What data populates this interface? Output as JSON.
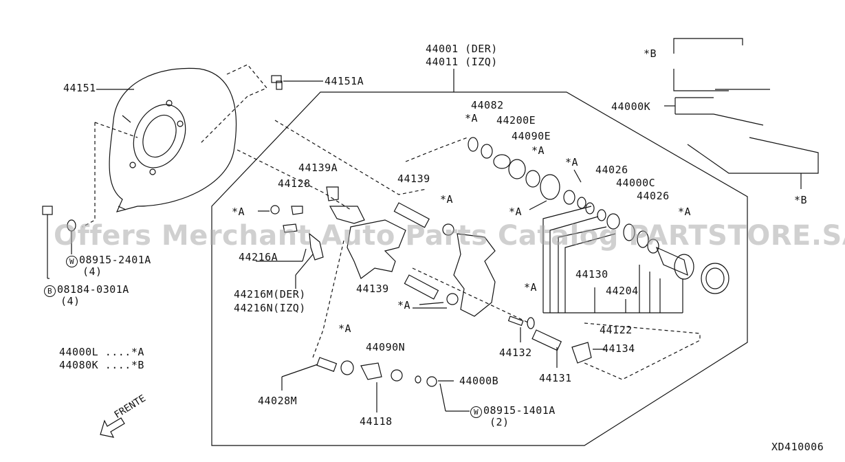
{
  "watermark": "Offers Merchant Auto Parts Catalog PARTSTORE.SA",
  "diagram_code": "XD410006",
  "direction_label": "FRENTE",
  "legend": {
    "line1": "44000L ....*A",
    "line2": "44080K ....*B"
  },
  "labels": {
    "p44001": "44001 (DER)",
    "p44011": "44011 (IZQ)",
    "p44151": "44151",
    "p44151a": "44151A",
    "p44082": "44082",
    "p44200e": "44200E",
    "p44090e": "44090E",
    "p44000k": "44000K",
    "p44139a": "44139A",
    "p44128": "44128",
    "p44139_top": "44139",
    "p44026_top": "44026",
    "p44000c": "44000C",
    "p44026_bot": "44026",
    "p44216a": "44216A",
    "p44130": "44130",
    "p44204": "44204",
    "p44139_mid": "44139",
    "p44216m": "44216M(DER)",
    "p44216n": "44216N(IZQ)",
    "p44122": "44122",
    "p44132": "44132",
    "p44134": "44134",
    "p44131": "44131",
    "p44090n": "44090N",
    "p44000b": "44000B",
    "p44028m": "44028M",
    "p44118": "44118"
  },
  "markers": {
    "a": "*A",
    "b": "*B"
  },
  "bolts": {
    "w1": {
      "symbol": "W",
      "part": "08915-2401A",
      "qty": "(4)"
    },
    "b1": {
      "symbol": "B",
      "part": "08184-0301A",
      "qty": "(4)"
    },
    "w2": {
      "symbol": "W",
      "part": "08915-1401A",
      "qty": "(2)"
    }
  }
}
